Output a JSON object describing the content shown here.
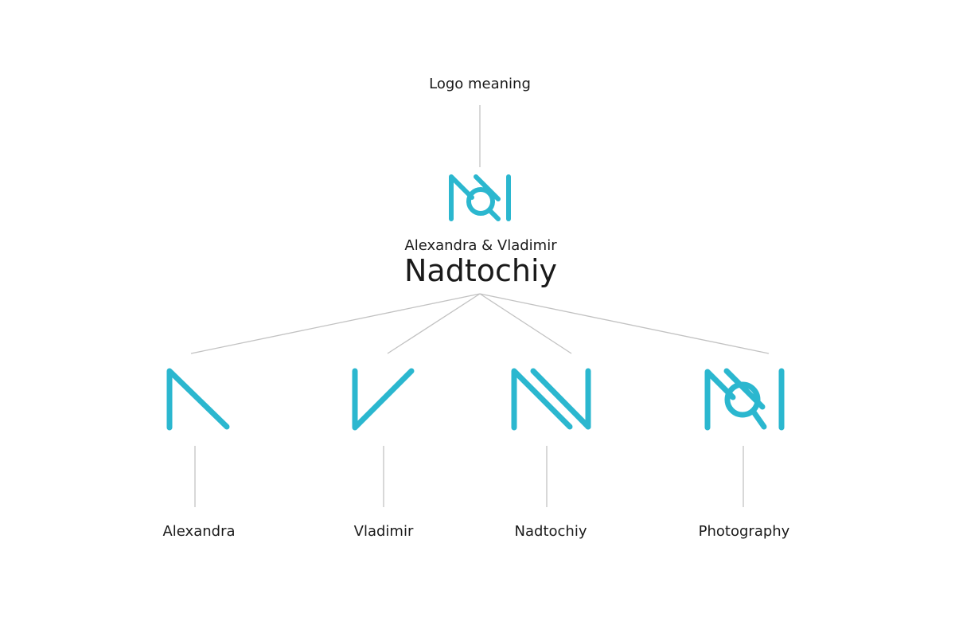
{
  "title": "Logo meaning",
  "brand": {
    "subtitle": "Alexandra & Vladimir",
    "name": "Nadtochiy"
  },
  "accent_color": "#2bb7cf",
  "leaves": [
    {
      "label": "Alexandra",
      "icon": "letter-a-mark-icon"
    },
    {
      "label": "Vladimir",
      "icon": "letter-v-mark-icon"
    },
    {
      "label": "Nadtochiy",
      "icon": "letter-n-mark-icon"
    },
    {
      "label": "Photography",
      "icon": "nadtochiy-logo-icon"
    }
  ]
}
